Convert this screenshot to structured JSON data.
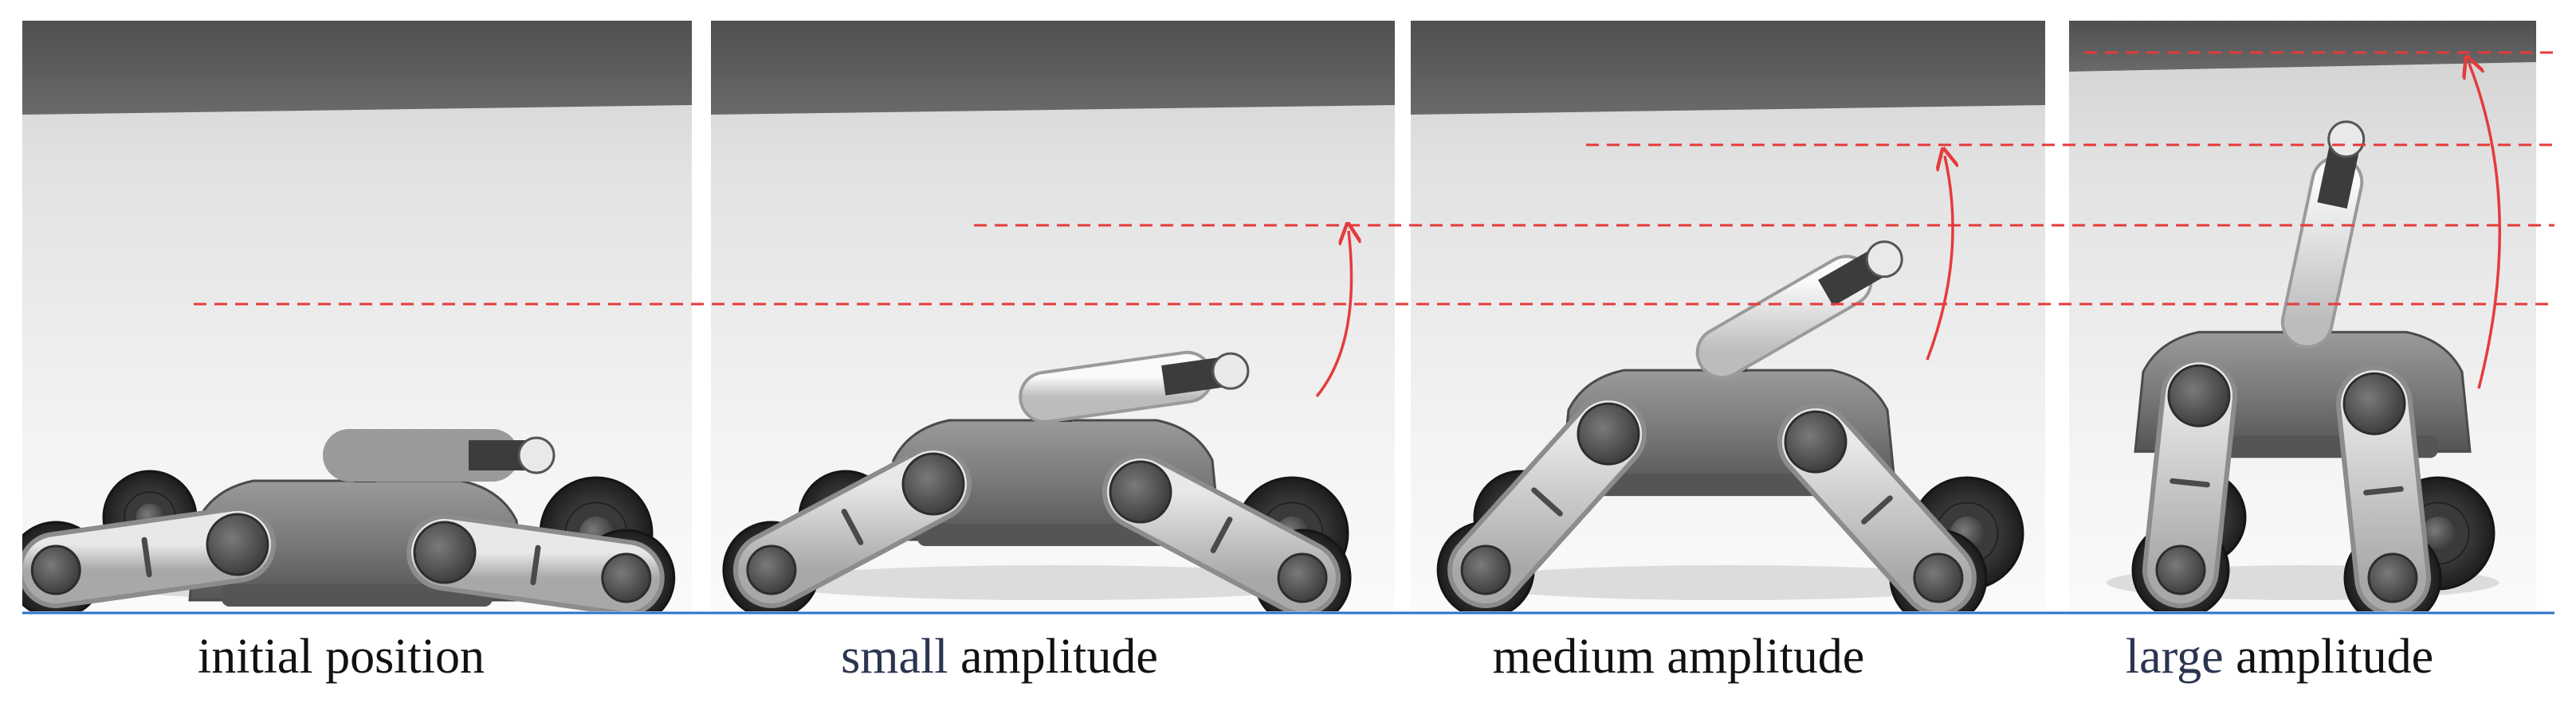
{
  "panels": [
    {
      "caption_a": "initial position",
      "caption_b": ""
    },
    {
      "caption_a": "small",
      "caption_b": " amplitude"
    },
    {
      "caption_a": "medium amplitude",
      "caption_b": ""
    },
    {
      "caption_a": "large",
      "caption_b": " amplitude"
    }
  ],
  "colors": {
    "reference_line": "#e53b3b",
    "arrow": "#e53b3b",
    "baseline": "#2a73c9",
    "caption_text": "#111111",
    "caption_accent": "#2b3550",
    "wall": "#5e5e5e",
    "floor_light": "#f4f4f4",
    "floor_dark": "#bdbdbd",
    "wheel": "#2c2c2c",
    "hub": "#5b5b5b",
    "chassis": "#7a7a7a",
    "leg": "#cfcfcf",
    "arm": "#e6e6e6",
    "gripper": "#3c3c3c"
  },
  "poses": [
    {
      "name": "initial-position",
      "leg_angle_deg": 8,
      "arm_angle_deg": 0
    },
    {
      "name": "small-amplitude",
      "leg_angle_deg": 28,
      "arm_angle_deg": -8
    },
    {
      "name": "medium-amplitude",
      "leg_angle_deg": 48,
      "arm_angle_deg": -30
    },
    {
      "name": "large-amplitude",
      "leg_angle_deg": 84,
      "arm_angle_deg": -78
    }
  ]
}
